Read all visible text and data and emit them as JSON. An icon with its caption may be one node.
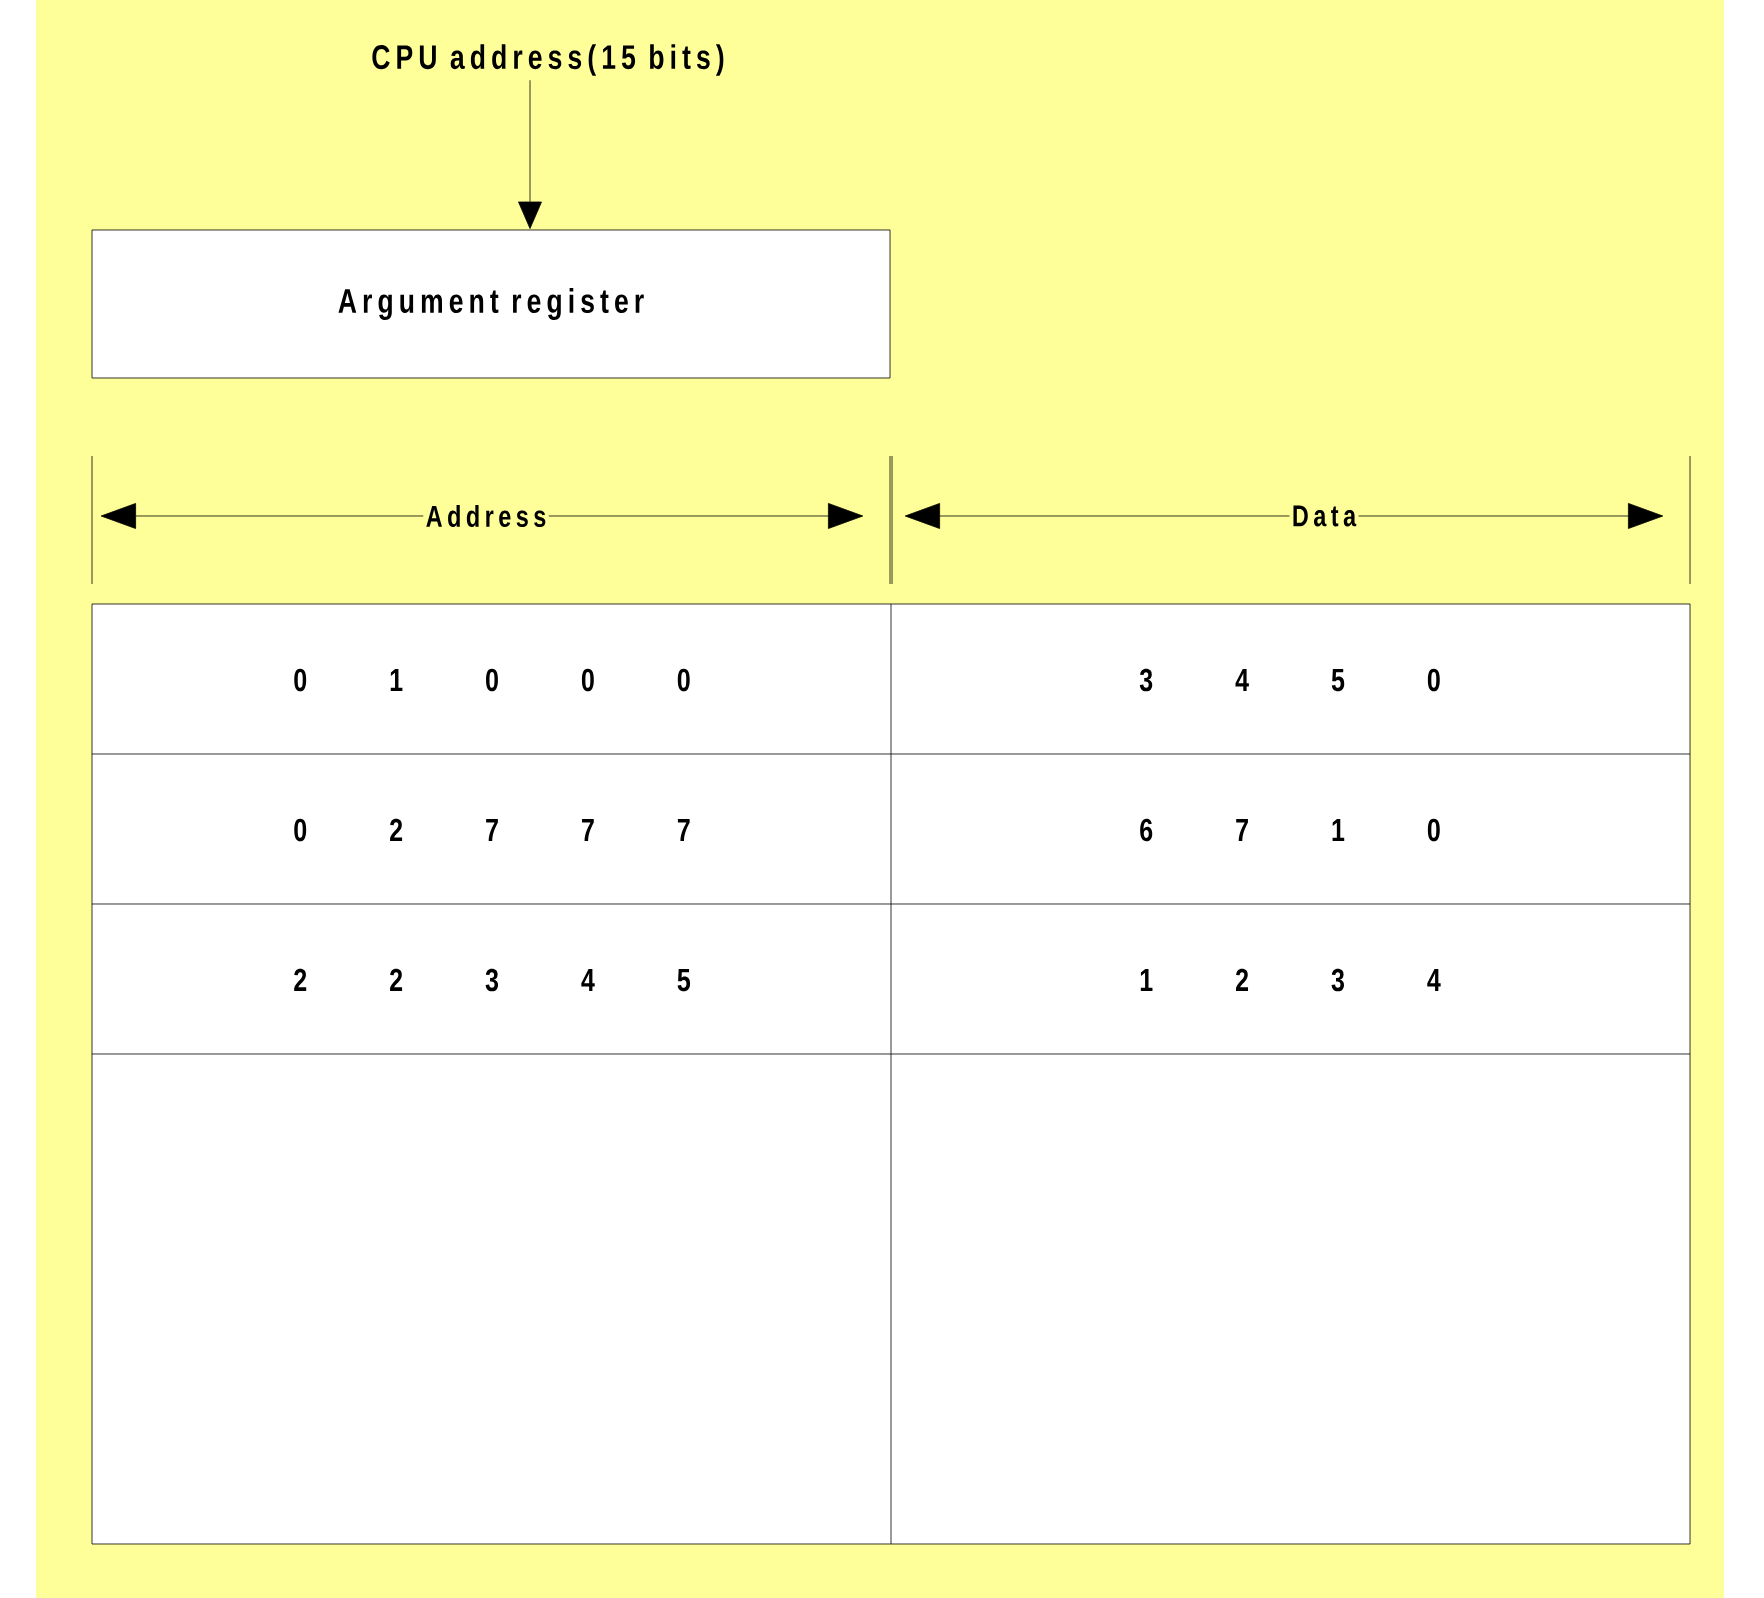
{
  "diagram": {
    "nodes": [
      {
        "text": [
          "CPU address(15 bits)"
        ]
      },
      {
        "text": [
          "Argument register"
        ]
      }
    ],
    "edges": [
      {
        "from": 0,
        "to": 1,
        "arrow": "to"
      }
    ],
    "labels": [
      "Address",
      "Data",
      "0 1 0 0 0",
      "3 4 5 0",
      "0 2 7 7 7",
      "6 7 1 0",
      "2 2 3 4 5",
      "1 2 3 4"
    ]
  }
}
